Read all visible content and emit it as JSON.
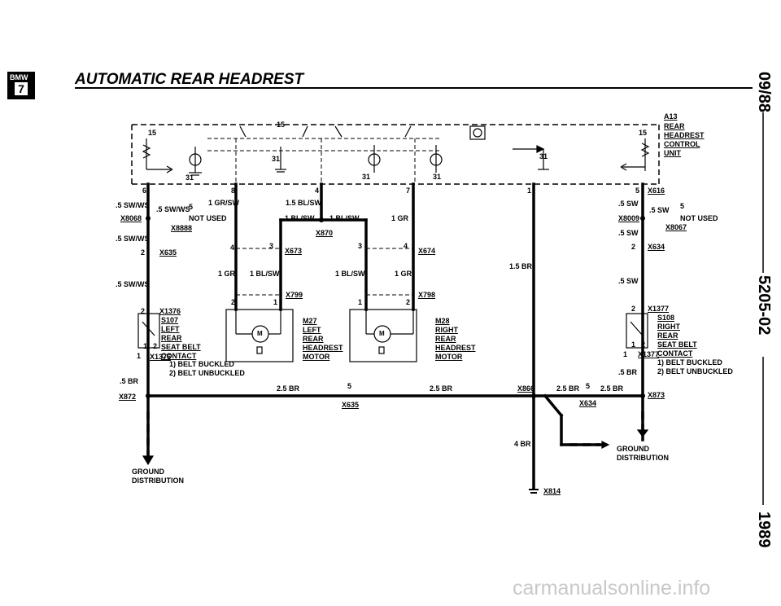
{
  "header": {
    "logo": {
      "brand": "BMW",
      "model": "7"
    },
    "title": "AUTOMATIC REAR HEADREST"
  },
  "side": {
    "date": "09/88",
    "code": "5205-02",
    "year": "1989"
  },
  "watermark": "carmanualsonline.info",
  "control_unit": {
    "id": "A13",
    "name_lines": [
      "REAR",
      "HEADREST",
      "CONTROL",
      "UNIT"
    ],
    "pins_top": [
      "15",
      "15",
      "15"
    ],
    "pins_ground": [
      "31",
      "31",
      "31",
      "31",
      "31"
    ],
    "pins_bottom": [
      "6",
      "8",
      "4",
      "7",
      "1",
      "5"
    ]
  },
  "left": {
    "wire1": ".5 SW/WS",
    "wire2": ".5 SW/WS",
    "wire3": ".5 SW/WS",
    "wire4": ".5 SW/WS",
    "wire5": ".5 BR",
    "x8068": "X8068",
    "x8068_pin": "5",
    "not_used": "NOT USED",
    "x8888": "X8888",
    "x635_pin": "2",
    "x635": "X635",
    "x1376_pin": "2",
    "x1376": "X1376",
    "switch": {
      "id": "S107",
      "lines": [
        "LEFT",
        "REAR",
        "SEAT BELT",
        "CONTACT"
      ],
      "p1": "1",
      "p2": "2",
      "lead": "1"
    },
    "x1376b": "X1376",
    "legend1": "1) BELT BUCKLED",
    "legend2": "2) BELT UNBUCKLED",
    "x872": "X872",
    "ground": [
      "GROUND",
      "DISTRIBUTION"
    ]
  },
  "middle": {
    "w_grsw": "1 GR/SW",
    "w_blsw_top": "1.5 BL/SW",
    "w_blsw_a": "1 BL/SW",
    "w_blsw_b": "1 BL/SW",
    "w_gr_top": "1 GR",
    "x870": "X870",
    "x673_pin4": "4",
    "x673_pin3": "3",
    "x673": "X673",
    "x674_pin3": "3",
    "x674_pin4": "4",
    "x674": "X674",
    "w_gr_left": "1 GR",
    "w_blsw_left": "1 BL/SW",
    "w_blsw_right": "1 BL/SW",
    "w_gr_right": "1 GR",
    "x799": "X799",
    "x799_p2": "2",
    "x799_p1": "1",
    "x798": "X798",
    "x798_p1": "1",
    "x798_p2": "2",
    "m27": {
      "id": "M27",
      "lines": [
        "LEFT",
        "REAR",
        "HEADREST",
        "MOTOR"
      ],
      "sym": "M"
    },
    "m28": {
      "id": "M28",
      "lines": [
        "RIGHT",
        "REAR",
        "HEADREST",
        "MOTOR"
      ],
      "sym": "M"
    },
    "w_br_a": "2.5 BR",
    "w_br_b": "2.5 BR",
    "x635_pin": "5",
    "x635": "X635",
    "w_br_center": "1.5 BR"
  },
  "right": {
    "x616": "X616",
    "x616_pin": "5",
    "w1": ".5 SW",
    "w2": ".5 SW",
    "w3": ".5 SW",
    "w4": ".5 SW",
    "x8009": "X8009",
    "x8009_pin": "5",
    "not_used": "NOT USED",
    "x8067": "X8067",
    "x634_pin": "2",
    "x634": "X634",
    "x1377_pin": "2",
    "x1377": "X1377",
    "switch": {
      "id": "S108",
      "lines": [
        "RIGHT",
        "REAR",
        "SEAT BELT",
        "CONTACT"
      ],
      "p1": "1",
      "p2": "2",
      "lead": "1"
    },
    "x1377b": "X1377",
    "legend1": "1) BELT BUCKLED",
    "legend2": "2) BELT UNBUCKLED",
    "w_br": ".5 BR",
    "x866": "X866",
    "w_br_a": "2.5 BR",
    "pin5": "5",
    "w_br_b": "2.5 BR",
    "x873": "X873",
    "x634b": "X634",
    "w_br4": "4 BR",
    "x814": "X814",
    "ground": [
      "GROUND",
      "DISTRIBUTION"
    ]
  }
}
